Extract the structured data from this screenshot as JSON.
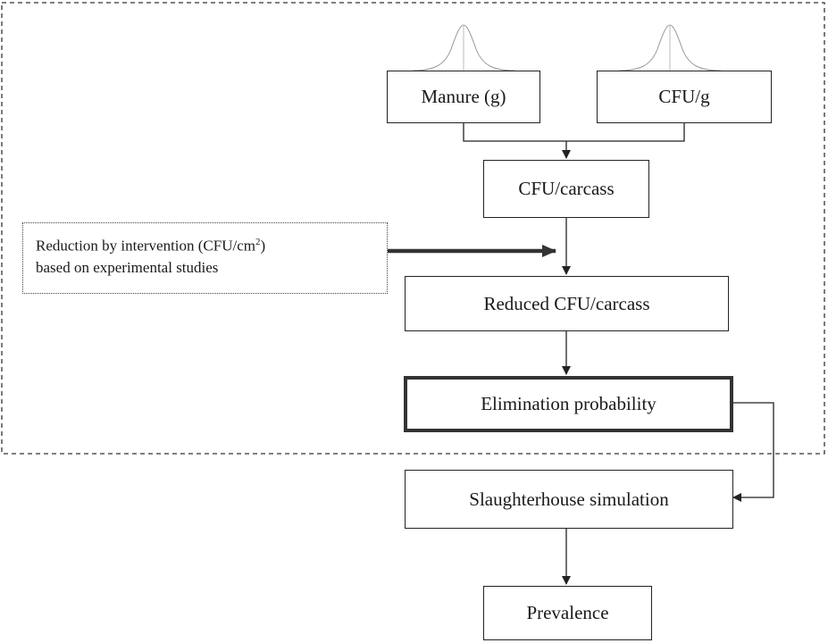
{
  "nodes": {
    "manure": "Manure (g)",
    "cfu_g": "CFU/g",
    "cfu_carcass": "CFU/carcass",
    "reduced": "Reduced CFU/carcass",
    "elimination": "Elimination probability",
    "slaughterhouse": "Slaughterhouse simulation",
    "prevalence": "Prevalence"
  },
  "intervention": {
    "line1_prefix": "Reduction by intervention (CFU/cm",
    "line1_sup": "2",
    "line1_suffix": ")",
    "line2": "based on experimental studies"
  },
  "colors": {
    "line": "#222222",
    "thick_arrow": "#333333",
    "dashed_frame": "#333333"
  }
}
